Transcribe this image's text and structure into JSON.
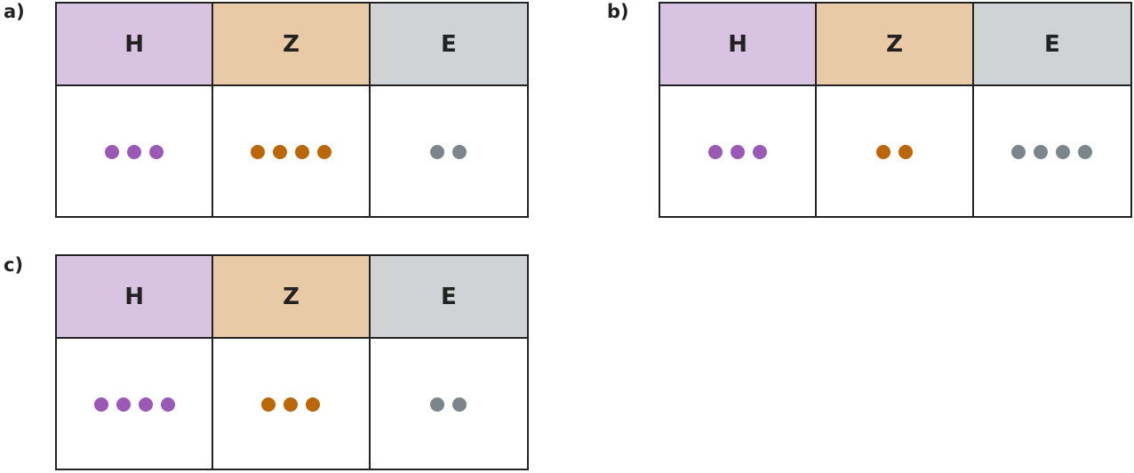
{
  "colors": {
    "H": {
      "header_bg": "#d9c3e3",
      "dot": "#9b59b6"
    },
    "Z": {
      "header_bg": "#e9caa6",
      "dot": "#bb6608"
    },
    "E": {
      "header_bg": "#cfd3d6",
      "dot": "#7b868c"
    }
  },
  "panels": [
    {
      "label": "a)",
      "columns": [
        {
          "header": "H",
          "count": 3
        },
        {
          "header": "Z",
          "count": 4
        },
        {
          "header": "E",
          "count": 2
        }
      ]
    },
    {
      "label": "b)",
      "columns": [
        {
          "header": "H",
          "count": 3
        },
        {
          "header": "Z",
          "count": 2
        },
        {
          "header": "E",
          "count": 4
        }
      ]
    },
    {
      "label": "c)",
      "columns": [
        {
          "header": "H",
          "count": 4
        },
        {
          "header": "Z",
          "count": 3
        },
        {
          "header": "E",
          "count": 2
        }
      ]
    }
  ]
}
